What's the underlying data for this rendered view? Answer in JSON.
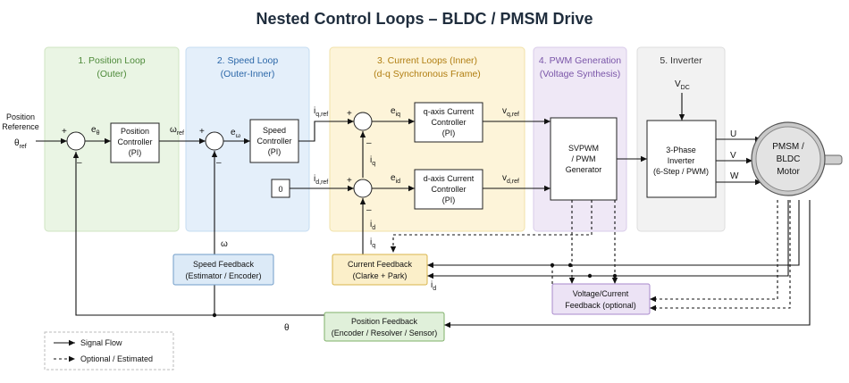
{
  "title": "Nested Control Loops – BLDC / PMSM Drive",
  "sections": {
    "position": {
      "line1": "1. Position Loop",
      "line2": "(Outer)",
      "bg": "#eaf5e4",
      "border": "#cfe5c2",
      "color": "#4e8a3a"
    },
    "speed": {
      "line1": "2. Speed Loop",
      "line2": "(Outer-Inner)",
      "bg": "#e4effa",
      "border": "#c5dcf2",
      "color": "#2b67a8"
    },
    "current": {
      "line1": "3. Current Loops (Inner)",
      "line2": "(d-q Synchronous Frame)",
      "bg": "#fdf4d9",
      "border": "#f1e2a9",
      "color": "#b07d10"
    },
    "pwm": {
      "line1": "4. PWM Generation",
      "line2": "(Voltage Synthesis)",
      "bg": "#efe8f6",
      "border": "#d9cbea",
      "color": "#7a55a8"
    },
    "inverter": {
      "line1": "5. Inverter",
      "bg": "#f2f2f2",
      "border": "#dddddd",
      "color": "#333333"
    }
  },
  "blocks": {
    "position_controller": [
      "Position",
      "Controller",
      "(PI)"
    ],
    "speed_controller": [
      "Speed",
      "Controller",
      "(PI)"
    ],
    "q_controller": [
      "q-axis Current",
      "Controller",
      "(PI)"
    ],
    "d_controller": [
      "d-axis Current",
      "Controller",
      "(PI)"
    ],
    "svpwm": [
      "SVPWM",
      "/ PWM",
      "Generator"
    ],
    "inverter": [
      "3-Phase",
      "Inverter",
      "(6-Step / PWM)"
    ],
    "motor": [
      "PMSM /",
      "BLDC",
      "Motor"
    ],
    "zero_ref": "0"
  },
  "feedback": {
    "speed": {
      "line1": "Speed Feedback",
      "line2": "(Estimator / Encoder)",
      "bg": "#dceaf7",
      "border": "#6f9cc9"
    },
    "current": {
      "line1": "Current Feedback",
      "line2": "(Clarke + Park)",
      "bg": "#fbefc9",
      "border": "#d8b44b"
    },
    "voltage": {
      "line1": "Voltage/Current",
      "line2": "Feedback (optional)",
      "bg": "#ece3f5",
      "border": "#a888cc"
    },
    "position": {
      "line1": "Position Feedback",
      "line2": "(Encoder / Resolver / Sensor)",
      "bg": "#e0f0da",
      "border": "#7fb06a"
    }
  },
  "labels": {
    "pos_ref_line1": "Position",
    "pos_ref_line2": "Reference",
    "theta_ref": "θ",
    "theta_ref_sub": "ref",
    "e_theta": "e",
    "e_theta_sub": "θ",
    "omega_ref": "ω",
    "omega_ref_sub": "ref",
    "e_omega": "e",
    "e_omega_sub": "ω",
    "iq_ref": "i",
    "iq_ref_sub": "q,ref",
    "id_ref": "i",
    "id_ref_sub": "d,ref",
    "e_iq": "e",
    "e_iq_sub": "iq",
    "e_id": "e",
    "e_id_sub": "id",
    "vq_ref": "v",
    "vq_ref_sub": "q,ref",
    "vd_ref": "v",
    "vd_ref_sub": "d,ref",
    "vdc": "V",
    "vdc_sub": "DC",
    "iq": "i",
    "iq_sub": "q",
    "id": "i",
    "id_sub": "d",
    "omega": "ω",
    "theta": "θ",
    "iq_fb": "i",
    "iq_fb_sub": "q",
    "id_fb": "i",
    "id_fb_sub": "d",
    "phase_u": "U",
    "phase_v": "V",
    "phase_w": "W",
    "plus": "+",
    "minus": "–"
  },
  "legend": {
    "signal_flow": "Signal Flow",
    "optional": "Optional / Estimated"
  }
}
